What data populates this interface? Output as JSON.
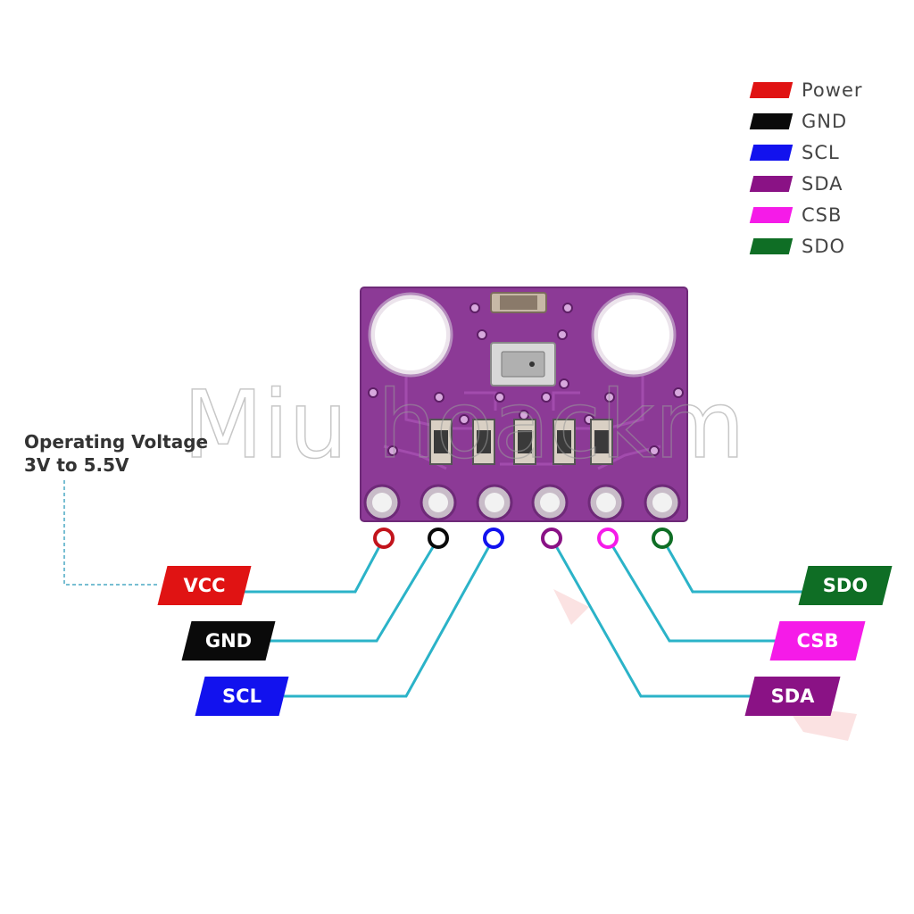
{
  "legend": [
    {
      "label": "Power",
      "color": "#e01313"
    },
    {
      "label": "GND",
      "color": "#0a0a0a"
    },
    {
      "label": "SCL",
      "color": "#1212ee"
    },
    {
      "label": "SDA",
      "color": "#8a1285"
    },
    {
      "label": "CSB",
      "color": "#f51be8"
    },
    {
      "label": "SDO",
      "color": "#0f6e25"
    }
  ],
  "voltage_note": {
    "line1": "Operating Voltage",
    "line2": "3V to 5.5V"
  },
  "pins": [
    {
      "label": "VCC",
      "color": "#e01313"
    },
    {
      "label": "GND",
      "color": "#0a0a0a"
    },
    {
      "label": "SCL",
      "color": "#1212ee"
    },
    {
      "label": "SDA",
      "color": "#8a1285"
    },
    {
      "label": "CSB",
      "color": "#f51be8"
    },
    {
      "label": "SDO",
      "color": "#0f6e25"
    }
  ],
  "board": {
    "color": "#8c3a96",
    "wire_color": "#2bb3c8"
  },
  "watermark": "Miu hoackm"
}
